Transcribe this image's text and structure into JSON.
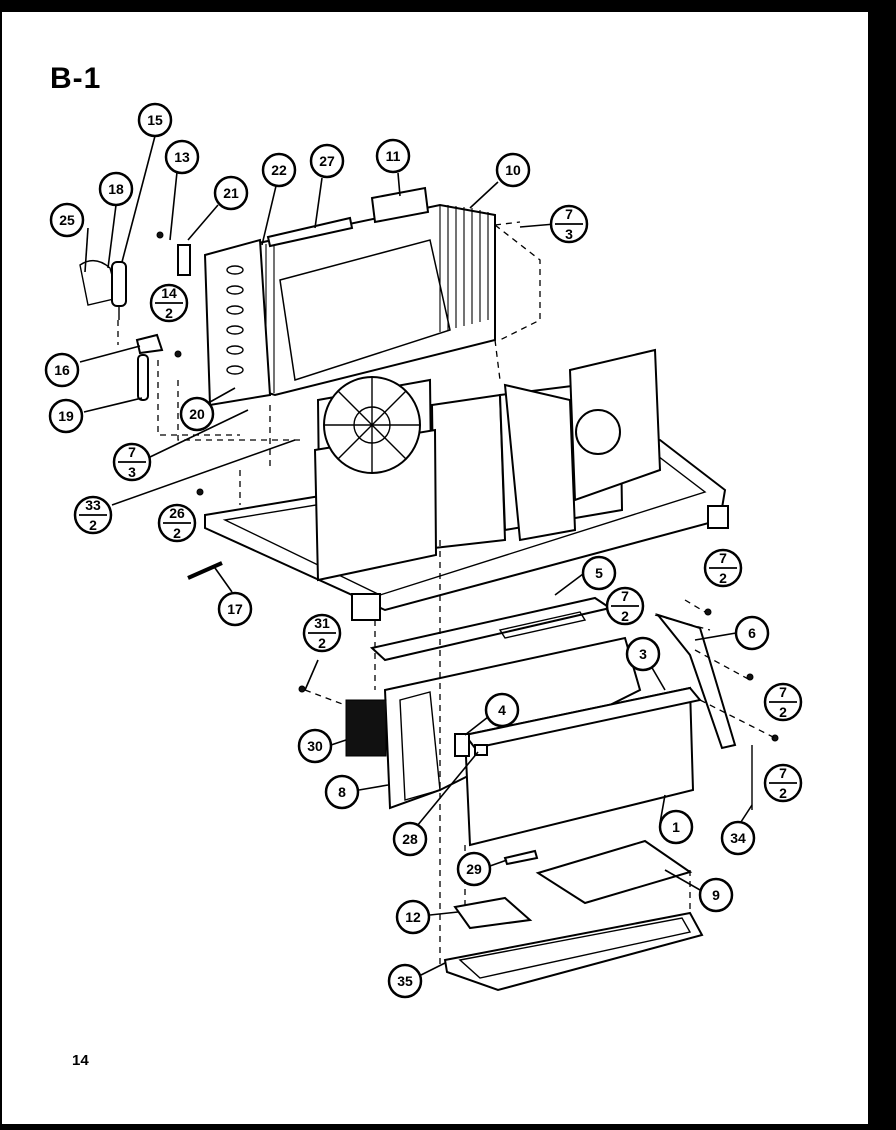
{
  "header": {
    "title": "B-1"
  },
  "footer": {
    "page_number": "14"
  },
  "callouts": [
    {
      "id": "c15",
      "label": "15"
    },
    {
      "id": "c13",
      "label": "13"
    },
    {
      "id": "c18",
      "label": "18"
    },
    {
      "id": "c21",
      "label": "21"
    },
    {
      "id": "c22",
      "label": "22"
    },
    {
      "id": "c27",
      "label": "27"
    },
    {
      "id": "c11",
      "label": "11"
    },
    {
      "id": "c10",
      "label": "10"
    },
    {
      "id": "c25",
      "label": "25"
    },
    {
      "id": "c16",
      "label": "16"
    },
    {
      "id": "c19",
      "label": "19"
    },
    {
      "id": "c20",
      "label": "20"
    },
    {
      "id": "c17",
      "label": "17"
    },
    {
      "id": "c5",
      "label": "5"
    },
    {
      "id": "c6",
      "label": "6"
    },
    {
      "id": "c3",
      "label": "3"
    },
    {
      "id": "c4",
      "label": "4"
    },
    {
      "id": "c30",
      "label": "30"
    },
    {
      "id": "c8",
      "label": "8"
    },
    {
      "id": "c28",
      "label": "28"
    },
    {
      "id": "c1",
      "label": "1"
    },
    {
      "id": "c34",
      "label": "34"
    },
    {
      "id": "c29",
      "label": "29"
    },
    {
      "id": "c9",
      "label": "9"
    },
    {
      "id": "c12",
      "label": "12"
    },
    {
      "id": "c35",
      "label": "35"
    }
  ],
  "fraction_callouts": [
    {
      "id": "f7_3_top",
      "num": "7",
      "den": "3"
    },
    {
      "id": "f14_2",
      "num": "14",
      "den": "2"
    },
    {
      "id": "f7_3_left",
      "num": "7",
      "den": "3"
    },
    {
      "id": "f33_2",
      "num": "33",
      "den": "2"
    },
    {
      "id": "f26_2",
      "num": "26",
      "den": "2"
    },
    {
      "id": "f31_2",
      "num": "31",
      "den": "2"
    },
    {
      "id": "f7_2_a",
      "num": "7",
      "den": "2"
    },
    {
      "id": "f7_2_b",
      "num": "7",
      "den": "2"
    },
    {
      "id": "f7_2_c",
      "num": "7",
      "den": "2"
    },
    {
      "id": "f7_2_d",
      "num": "7",
      "den": "2"
    }
  ]
}
